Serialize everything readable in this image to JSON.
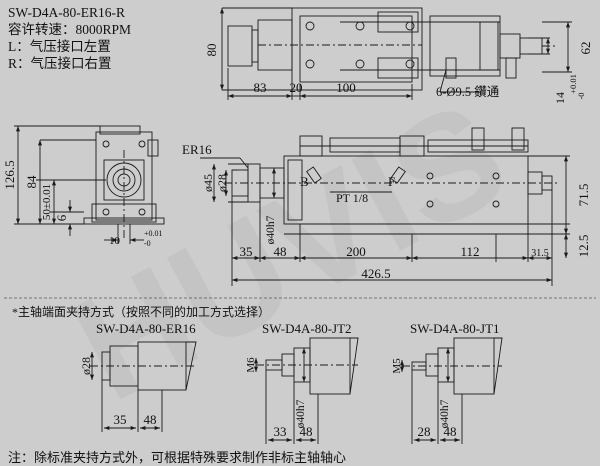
{
  "header": {
    "model": "SW-D4A-80-ER16-R",
    "speed": "容许转速：8000RPM",
    "left": "L：气压接口左置",
    "right": "R：气压接口右置"
  },
  "top_view": {
    "dim_height": "80",
    "dim_a": "83",
    "dim_b": "20",
    "dim_c": "100",
    "holes": "6-Ø9.5 鑽通",
    "dim_62": "62",
    "dim_14": "14",
    "tol_14_upper": "+0.01",
    "tol_14_lower": "-0"
  },
  "side_view": {
    "dim_126_5": "126.5",
    "dim_84": "84",
    "dim_50": "50±0.01",
    "dim_6": "6",
    "dim_10": "10",
    "tol_10_upper": "+0.01",
    "tol_10_lower": "-0"
  },
  "front_view": {
    "collet": "ER16",
    "dia45": "ø45",
    "dia28": "ø28",
    "dia40": "ø40h7",
    "port_b": "B",
    "port_f": "F",
    "pt": "PT 1/8",
    "dim_35": "35",
    "dim_48": "48",
    "dim_200": "200",
    "dim_112": "112",
    "dim_31_5": "31.5",
    "dim_426_5": "426.5",
    "dim_71_5": "71.5",
    "dim_12_5": "12.5"
  },
  "clamping": {
    "title": "*主轴端面夹持方式（按照不同的加工方式选择）",
    "variants": [
      {
        "name": "SW-D4A-80-ER16",
        "dia": "ø28",
        "dim_a": "35",
        "dim_b": "48"
      },
      {
        "name": "SW-D4A-80-JT2",
        "thread": "M6",
        "dia": "ø40h7",
        "dim_a": "33",
        "dim_b": "48"
      },
      {
        "name": "SW-D4A-80-JT1",
        "thread": "M5",
        "dia": "ø40h7",
        "dim_a": "28",
        "dim_b": "48"
      }
    ]
  },
  "footer": "注：除标准夹持方式外，可根据特殊要求制作非标主轴轴心",
  "watermark": "HUVIS",
  "colors": {
    "background": "#cdcdcd",
    "line": "#1a1a1a",
    "watermark": "#bdbdbd"
  }
}
